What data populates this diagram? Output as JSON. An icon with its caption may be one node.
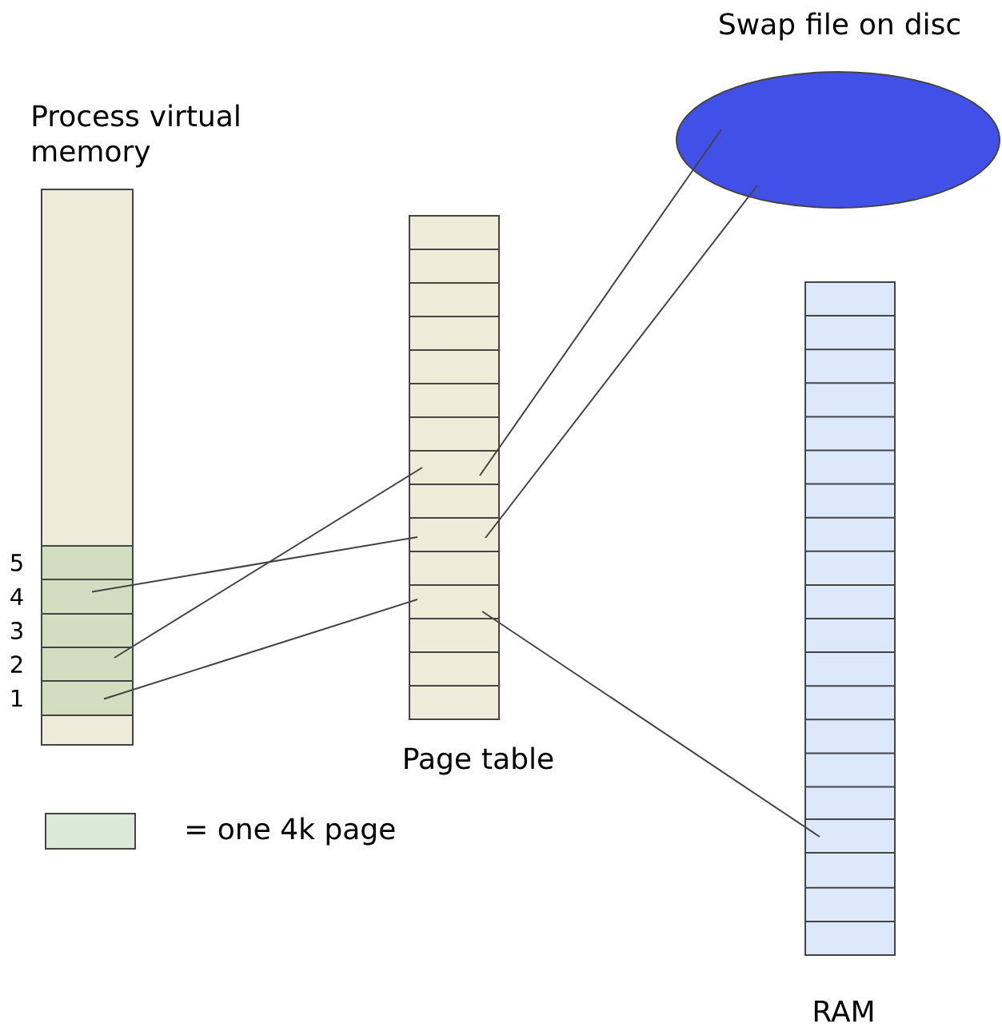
{
  "diagram": {
    "nodes": [
      {
        "text": [
          "Process virtual memory"
        ]
      },
      {
        "text": [],
        "shape": "box",
        "in": 0,
        "beside": [
          "5"
        ]
      },
      {
        "text": [],
        "shape": "box",
        "in": 0,
        "beside": [
          "4"
        ]
      },
      {
        "text": [],
        "shape": "box",
        "in": 0,
        "beside": [
          "3"
        ]
      },
      {
        "text": [],
        "shape": "box",
        "in": 0,
        "beside": [
          "2"
        ]
      },
      {
        "text": [],
        "shape": "box",
        "in": 0,
        "beside": [
          "1"
        ]
      },
      {
        "text": [
          "Page table"
        ]
      },
      {
        "text": [],
        "shape": "box",
        "in": 6
      },
      {
        "text": [],
        "shape": "box",
        "in": 6
      },
      {
        "text": [],
        "shape": "box",
        "in": 6
      },
      {
        "text": [
          "Swap file on disc"
        ]
      },
      {
        "text": [
          "RAM"
        ]
      },
      {
        "text": [],
        "shape": "box",
        "in": 11
      }
    ],
    "edges": [
      {
        "from": 2,
        "to": 8,
        "arrow": "none"
      },
      {
        "from": 4,
        "to": 7,
        "arrow": "none"
      },
      {
        "from": 5,
        "to": 9,
        "arrow": "none"
      },
      {
        "from": 7,
        "to": 10,
        "arrow": "none"
      },
      {
        "from": 8,
        "to": 10,
        "arrow": "none"
      },
      {
        "from": 9,
        "to": 12,
        "arrow": "none"
      }
    ],
    "legend": [
      {
        "text": "= one 4k page",
        "color": "#d9ebd7"
      }
    ]
  }
}
